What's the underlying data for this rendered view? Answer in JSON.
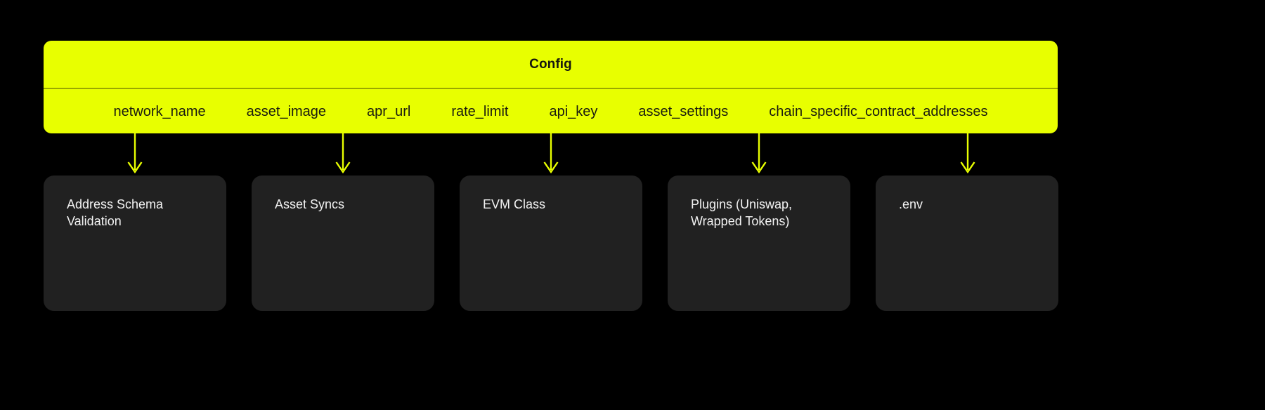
{
  "diagram": {
    "background_color": "#000000",
    "accent_color": "#E8FF00",
    "card_color": "#212121",
    "root": {
      "title": "Config",
      "title_text_color": "#15160f",
      "fields": [
        {
          "label": "network_name"
        },
        {
          "label": "asset_image"
        },
        {
          "label": "apr_url"
        },
        {
          "label": "rate_limit"
        },
        {
          "label": "api_key"
        },
        {
          "label": "asset_settings"
        },
        {
          "label": "chain_specific_contract_addresses"
        }
      ]
    },
    "children": [
      {
        "label": "Address Schema\nValidation"
      },
      {
        "label": "Asset Syncs"
      },
      {
        "label": "EVM Class"
      },
      {
        "label": "Plugins (Uniswap,\nWrapped Tokens)"
      },
      {
        "label": ".env"
      }
    ],
    "connectors": [
      {
        "name": "arrow-to-address-schema-validation"
      },
      {
        "name": "arrow-to-asset-syncs"
      },
      {
        "name": "arrow-to-evm-class"
      },
      {
        "name": "arrow-to-plugins"
      },
      {
        "name": "arrow-to-env"
      }
    ]
  }
}
